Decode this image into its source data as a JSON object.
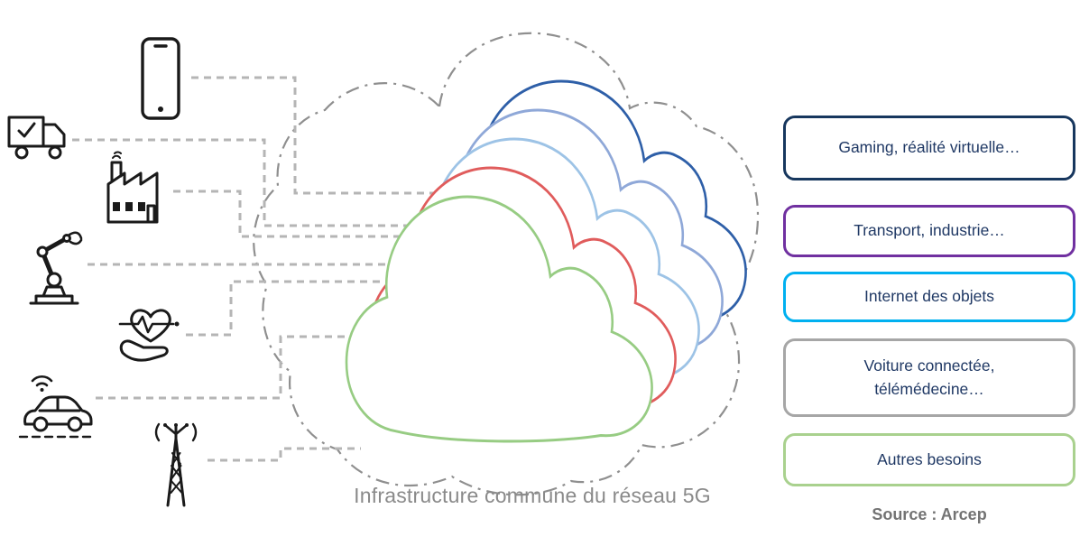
{
  "diagram": {
    "caption": "Infrastructure commune du réseau 5G",
    "source": "Source : Arcep",
    "caption_color": "#8a8a8a",
    "source_color": "#737373"
  },
  "label_text_color": "#1f3864",
  "use_cases": [
    {
      "label": "Gaming, réalité virtuelle…",
      "border_color": "#17375e"
    },
    {
      "label": "Transport, industrie…",
      "border_color": "#7030a0"
    },
    {
      "label": "Internet des objets",
      "border_color": "#00b0f0"
    },
    {
      "label": "Voiture connectée,\ntélémédecine…",
      "border_color": "#a6a6a6"
    },
    {
      "label": "Autres besoins",
      "border_color": "#a9d18e"
    }
  ],
  "network": {
    "outline_color": "#8f8f8f",
    "connector_color": "#b5b5b5",
    "slices": [
      {
        "name": "slice-back",
        "color": "#2e5fa8"
      },
      {
        "name": "slice-2",
        "color": "#8fa8d8"
      },
      {
        "name": "slice-3",
        "color": "#9dc3e6"
      },
      {
        "name": "slice-4",
        "color": "#e05c5c"
      },
      {
        "name": "slice-front",
        "color": "#97cc83"
      }
    ]
  },
  "icons": [
    "smartphone-icon",
    "delivery-truck-icon",
    "factory-icon",
    "robot-arm-icon",
    "health-hand-heart-icon",
    "connected-car-icon",
    "antenna-tower-icon"
  ]
}
